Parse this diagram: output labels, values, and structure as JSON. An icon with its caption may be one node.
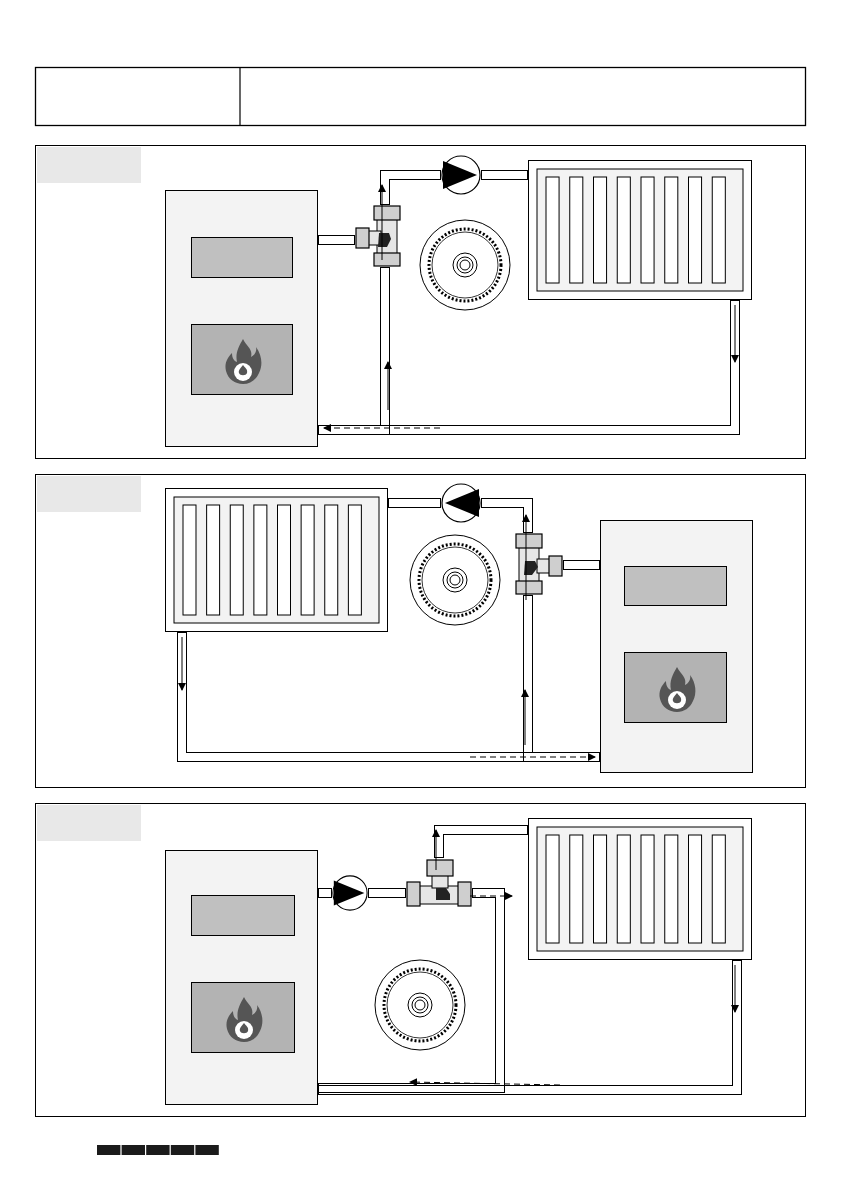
{
  "diagram": {
    "nodes": [
      {
        "text": [],
        "shape": "box"
      },
      {
        "text": [],
        "shape": "box",
        "in": 0
      },
      {
        "text": [],
        "shape": "box",
        "in": 1
      },
      {
        "text": [],
        "shape": "box",
        "in": 1
      },
      {
        "text": [],
        "shape": "valve",
        "in": 0
      },
      {
        "text": [],
        "shape": "circle",
        "in": 0
      },
      {
        "text": [],
        "shape": "radiator",
        "in": 0
      },
      {
        "text": [],
        "shape": "box"
      },
      {
        "text": [],
        "shape": "radiator",
        "in": 7
      },
      {
        "text": [],
        "shape": "circle",
        "in": 7
      },
      {
        "text": [],
        "shape": "valve",
        "in": 7
      },
      {
        "text": [],
        "shape": "box",
        "in": 7
      },
      {
        "text": [],
        "shape": "box",
        "in": 11
      },
      {
        "text": [],
        "shape": "box",
        "in": 11
      },
      {
        "text": [],
        "shape": "box"
      },
      {
        "text": [],
        "shape": "box",
        "in": 14
      },
      {
        "text": [],
        "shape": "box",
        "in": 15
      },
      {
        "text": [],
        "shape": "box",
        "in": 15
      },
      {
        "text": [],
        "shape": "circle",
        "in": 14
      },
      {
        "text": [],
        "shape": "valve",
        "in": 14
      },
      {
        "text": [],
        "shape": "radiator",
        "in": 14
      }
    ],
    "edges": [
      {
        "from": 1,
        "to": 4,
        "arrow": "none"
      },
      {
        "from": 4,
        "to": 5,
        "arrow": "none"
      },
      {
        "from": 5,
        "to": 6,
        "arrow": "none"
      },
      {
        "from": 6,
        "to": 1,
        "arrow": "none"
      },
      {
        "from": 4,
        "to": 1,
        "arrow": "none"
      },
      {
        "from": 8,
        "to": 9,
        "arrow": "none"
      },
      {
        "from": 9,
        "to": 10,
        "arrow": "none"
      },
      {
        "from": 10,
        "to": 11,
        "arrow": "none"
      },
      {
        "from": 8,
        "to": 11,
        "arrow": "none"
      },
      {
        "from": 10,
        "to": 11,
        "arrow": "none"
      },
      {
        "from": 15,
        "to": 18,
        "arrow": "none"
      },
      {
        "from": 18,
        "to": 19,
        "arrow": "none"
      },
      {
        "from": 19,
        "to": 20,
        "arrow": "none"
      },
      {
        "from": 20,
        "to": 15,
        "arrow": "none"
      },
      {
        "from": 19,
        "to": 15,
        "arrow": "none"
      }
    ]
  }
}
